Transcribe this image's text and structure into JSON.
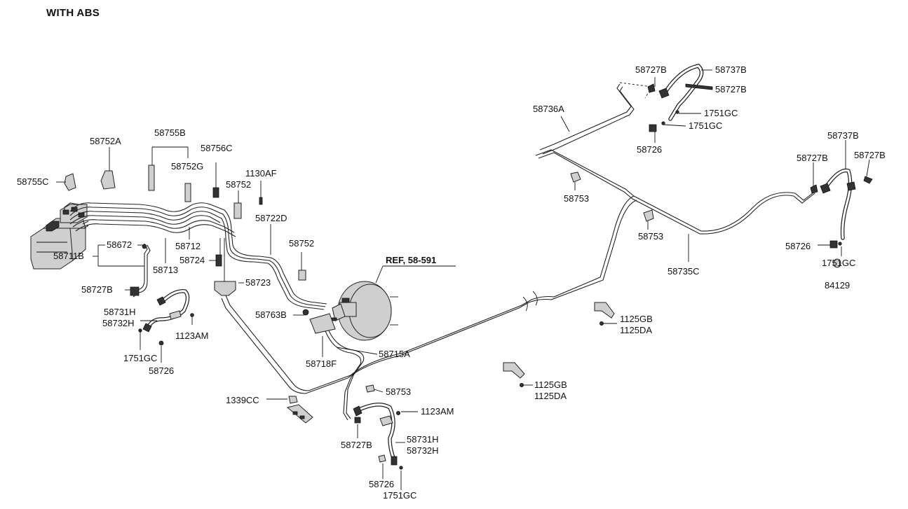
{
  "title": "WITH ABS",
  "ref": "REF, 58-591",
  "labels": {
    "l58727b_tr1": "58727B",
    "l58737b_tr": "58737B",
    "l58727b_tr2": "58727B",
    "l58736a": "58736A",
    "l1751gc_tr1": "1751GC",
    "l1751gc_tr2": "1751GC",
    "l58726_tr": "58726",
    "l58737b_r": "58737B",
    "l58727b_r1": "58727B",
    "l58727b_r2": "58727B",
    "l58753_r1": "58753",
    "l58753_r2": "58753",
    "l58735c": "58735C",
    "l58726_r": "58726",
    "l1751gc_r": "1751GC",
    "l84129": "84129",
    "l58752a": "58752A",
    "l58755b": "58755B",
    "l58756c": "58756C",
    "l58752g": "58752G",
    "l1130af": "1130AF",
    "l58752_1": "58752",
    "l58755c": "58755C",
    "l58722d": "58722D",
    "l58752_2": "58752",
    "l58672": "58672",
    "l58711b": "58711B",
    "l58712": "58712",
    "l58724": "58724",
    "l58713": "58713",
    "l58723": "58723",
    "l58727b_l": "58727B",
    "l58731h_l": "58731H",
    "l58732h_l": "58732H",
    "l1123am_l": "1123AM",
    "l1751gc_l": "1751GC",
    "l58726_l": "58726",
    "l58763b": "58763B",
    "l58715a": "58715A",
    "l58718f": "58718F",
    "l1125gb_1": "1125GB",
    "l1125da_1": "1125DA",
    "l1125gb_2": "1125GB",
    "l1125da_2": "1125DA",
    "l58753_b": "58753",
    "l1339cc": "1339CC",
    "l1123am_b": "1123AM",
    "l58727b_b": "58727B",
    "l58731h_b": "58731H",
    "l58732h_b": "58732H",
    "l58726_b": "58726",
    "l1751gc_b": "1751GC"
  }
}
